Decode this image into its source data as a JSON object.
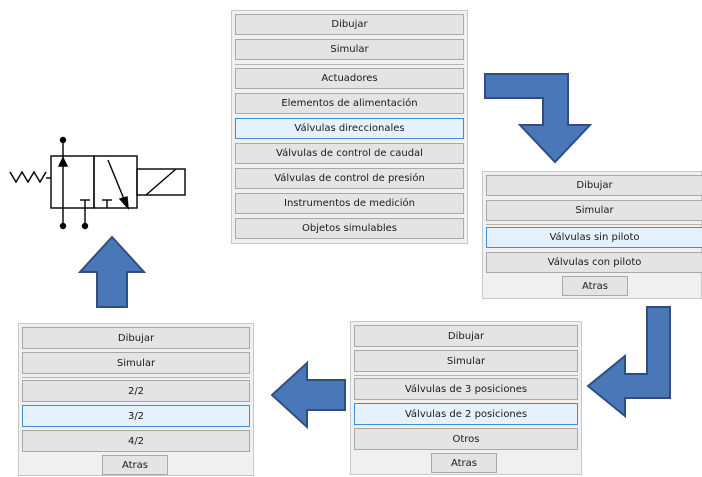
{
  "panels": {
    "main": {
      "draw": "Dibujar",
      "simulate": "Simular",
      "items": [
        "Actuadores",
        "Elementos de alimentación",
        "Válvulas direccionales",
        "Válvulas de control de caudal",
        "Válvulas de control de presión",
        "Instrumentos de medición",
        "Objetos simulables"
      ],
      "selected": "Válvulas direccionales"
    },
    "pilot": {
      "draw": "Dibujar",
      "simulate": "Simular",
      "items": [
        "Válvulas sin piloto",
        "Válvulas con piloto"
      ],
      "selected": "Válvulas sin piloto",
      "back": "Atras"
    },
    "positions": {
      "draw": "Dibujar",
      "simulate": "Simular",
      "items": [
        "Válvulas de 3 posiciones",
        "Válvulas de 2 posiciones",
        "Otros"
      ],
      "selected": "Válvulas de 2 posiciones",
      "back": "Atras"
    },
    "ways": {
      "draw": "Dibujar",
      "simulate": "Simular",
      "items": [
        "2/2",
        "3/2",
        "4/2"
      ],
      "selected": "3/2",
      "back": "Atras"
    }
  },
  "colors": {
    "arrow_fill": "#4a77b8",
    "arrow_stroke": "#2e4f80",
    "selection_fill": "#e5f1fb",
    "selection_border": "#3c8fd8",
    "button_fill": "#e4e4e4",
    "panel_fill": "#f0f0f0"
  },
  "icons": {
    "arrow_right_down": "elbow-arrow-right-down-icon",
    "arrow_down_left": "elbow-arrow-down-left-icon",
    "arrow_left": "left-arrow-icon",
    "arrow_up": "up-arrow-icon",
    "valve_symbol": "valve-3-2-solenoid-symbol-icon"
  }
}
